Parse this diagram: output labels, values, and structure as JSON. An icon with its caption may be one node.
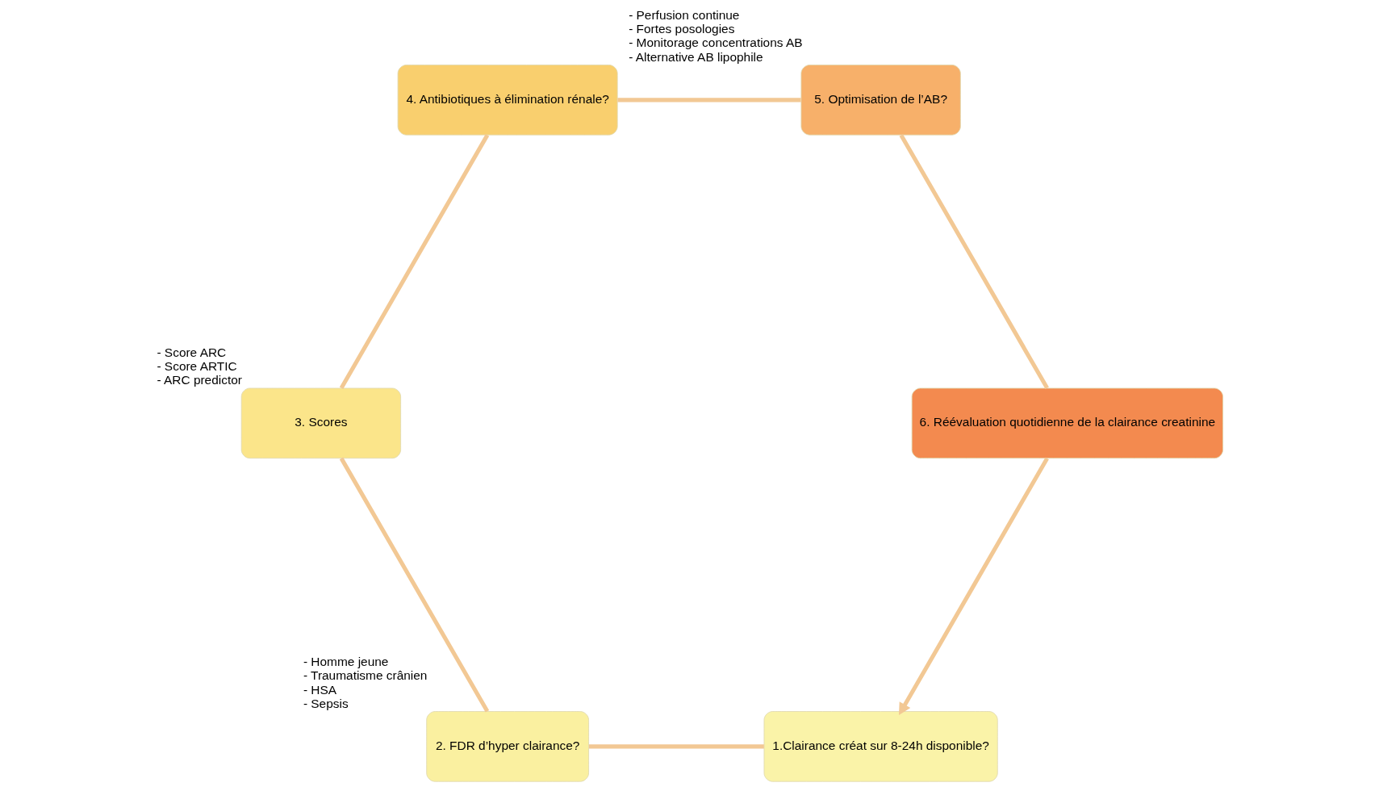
{
  "diagram": {
    "nodes": [
      {
        "text": [
          "1.Clairance créat sur 8-24h disponible?"
        ]
      },
      {
        "text": [
          "2. FDR d’hyper clairance?"
        ],
        "beside": [
          "- Homme jeune",
          "- Traumatisme crânien",
          "- HSA",
          "- Sepsis"
        ]
      },
      {
        "text": [
          "3. Scores"
        ],
        "beside": [
          "- Score ARC",
          "- Score ARTIC",
          "- ARC predictor"
        ]
      },
      {
        "text": [
          "4. Antibiotiques à élimination rénale?"
        ]
      },
      {
        "text": [
          "5. Optimisation de l’AB?"
        ],
        "beside": [
          "- Perfusion continue",
          "- Fortes posologies",
          "- Monitorage concentrations AB",
          "- Alternative AB lipophile"
        ]
      },
      {
        "text": [
          "6. Réévaluation quotidienne de la clairance creatinine"
        ]
      }
    ],
    "edges": [
      {
        "from": 0,
        "to": 1,
        "arrow": "none"
      },
      {
        "from": 1,
        "to": 2,
        "arrow": "none"
      },
      {
        "from": 2,
        "to": 3,
        "arrow": "none"
      },
      {
        "from": 3,
        "to": 4,
        "arrow": "none"
      },
      {
        "from": 4,
        "to": 5,
        "arrow": "none"
      },
      {
        "from": 5,
        "to": 0,
        "arrow": "to"
      }
    ]
  }
}
